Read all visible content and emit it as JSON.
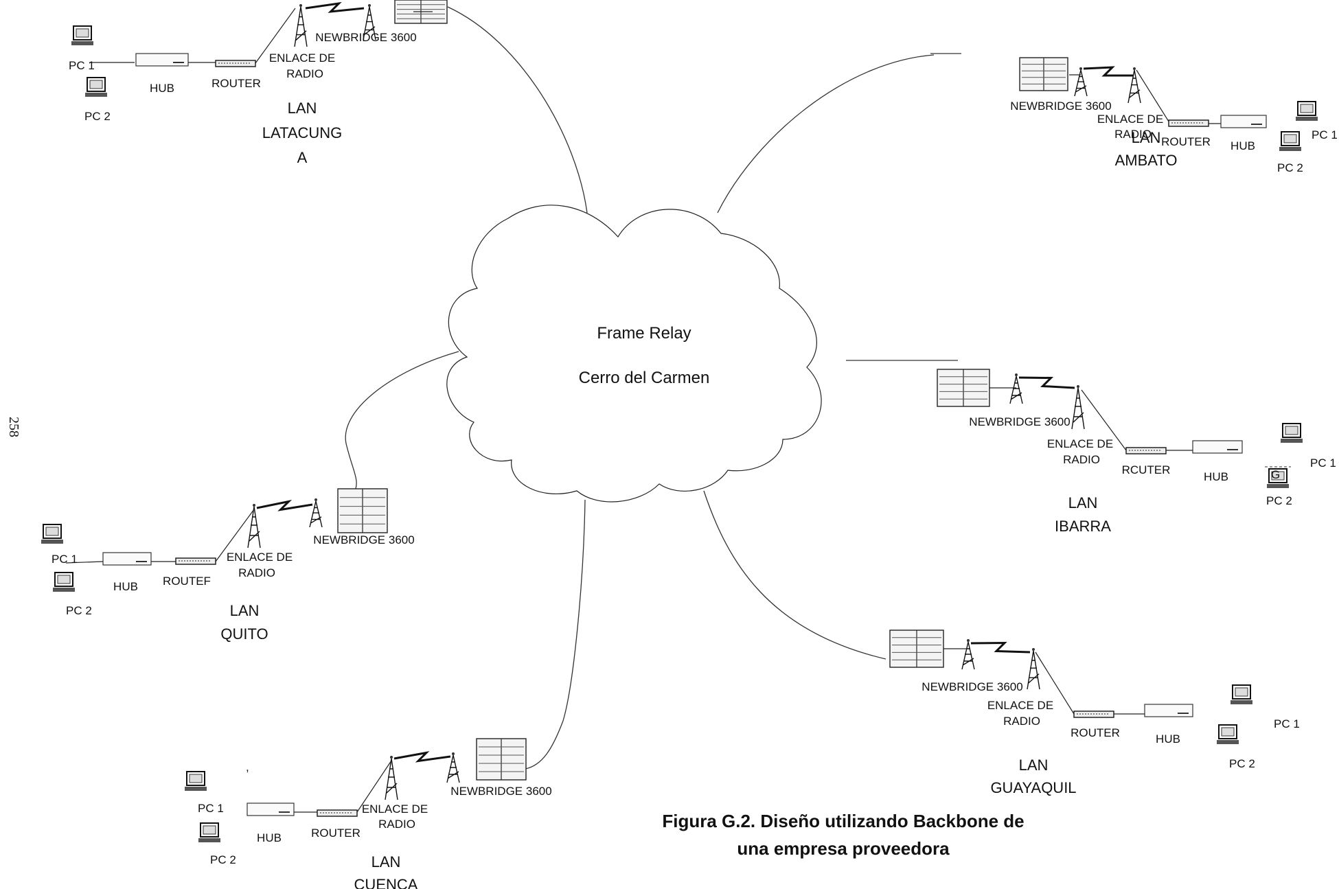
{
  "page_number": "258",
  "cloud": {
    "line1": "Frame Relay",
    "line2": "Cerro del Carmen"
  },
  "caption": {
    "line1": "Figura G.2. Diseño utilizando Backbone de",
    "line2": "una empresa proveedora"
  },
  "stray_marks": {
    "cuenca_comma": ",",
    "ibarra_g": "G"
  },
  "sites": [
    {
      "id": "latacunga",
      "pc1": "PC 1",
      "pc2": "PC 2",
      "hub": "HUB",
      "router": "ROUTER",
      "radio1": "ENLACE DE",
      "radio2": "RADIO",
      "newbridge": "NEWBRIDGE 3600",
      "lan": [
        "LAN",
        "LATACUNG",
        "A"
      ]
    },
    {
      "id": "ambato",
      "pc1": "PC 1",
      "pc2": "PC 2",
      "hub": "HUB",
      "router": "ROUTER",
      "radio1": "ENLACE DE",
      "radio2": "RADIO",
      "newbridge": "NEWBRIDGE 3600",
      "lan": [
        "LAN",
        "AMBATO"
      ]
    },
    {
      "id": "ibarra",
      "pc1": "PC 1",
      "pc2": "PC 2",
      "hub": "HUB",
      "router": "RCUTER",
      "radio1": "ENLACE DE",
      "radio2": "RADIO",
      "newbridge": "NEWBRIDGE 3600",
      "lan": [
        "LAN",
        "IBARRA"
      ]
    },
    {
      "id": "quito",
      "pc1": "PC 1",
      "pc2": "PC 2",
      "hub": "HUB",
      "router": "ROUTEF",
      "radio1": "ENLACE DE",
      "radio2": "RADIO",
      "newbridge": "NEWBRIDGE 3600",
      "lan": [
        "LAN",
        "QUITO"
      ]
    },
    {
      "id": "guayaquil",
      "pc1": "PC 1",
      "pc2": "PC 2",
      "hub": "HUB",
      "router": "ROUTER",
      "radio1": "ENLACE DE",
      "radio2": "RADIO",
      "newbridge": "NEWBRIDGE 3600",
      "lan": [
        "LAN",
        "GUAYAQUIL"
      ]
    },
    {
      "id": "cuenca",
      "pc1": "PC 1",
      "pc2": "PC 2",
      "hub": "HUB",
      "router": "ROUTER",
      "radio1": "ENLACE DE",
      "radio2": "RADIO",
      "newbridge": "NEWBRIDGE 3600",
      "lan": [
        "LAN",
        "CUENCA"
      ]
    }
  ]
}
